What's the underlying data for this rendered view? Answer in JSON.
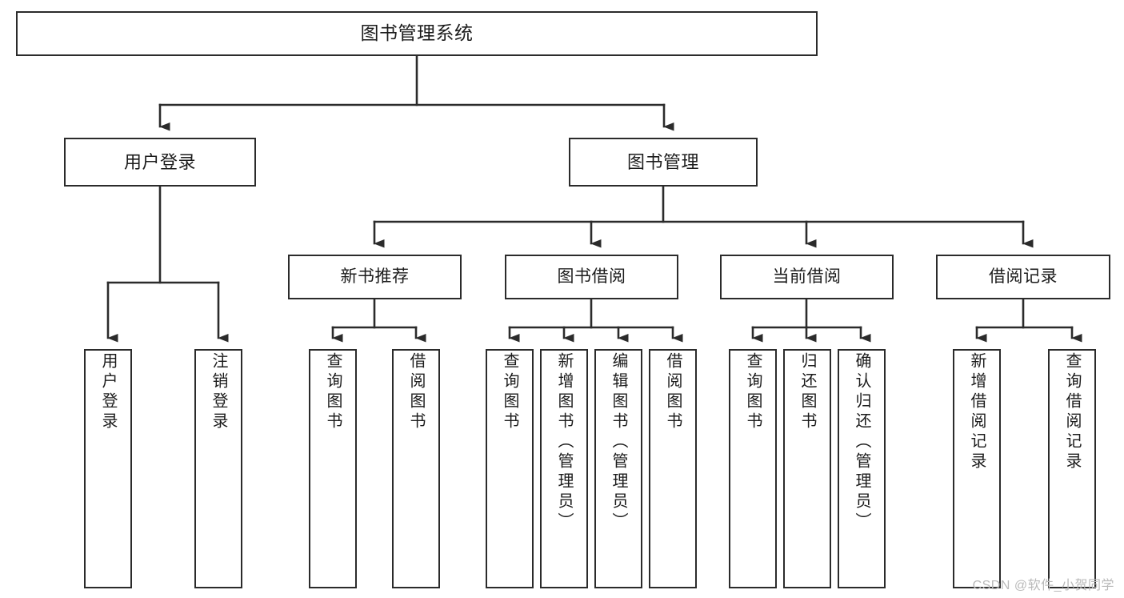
{
  "diagram": {
    "title": "图书管理系统",
    "type": "tree-hierarchy",
    "watermark": "CSDN @软件_小贺同学",
    "colors": {
      "stroke": "#2b2b2b",
      "fill": "#ffffff",
      "text": "#1c1c1c",
      "watermark": "#b9b9b9"
    },
    "nodes": {
      "root": {
        "label": "图书管理系统"
      },
      "level2": [
        {
          "id": "user-login",
          "label": "用户登录"
        },
        {
          "id": "book-manage",
          "label": "图书管理"
        }
      ],
      "level3": [
        {
          "id": "new-book-rec",
          "label": "新书推荐"
        },
        {
          "id": "book-borrow",
          "label": "图书借阅"
        },
        {
          "id": "current-borrow",
          "label": "当前借阅"
        },
        {
          "id": "borrow-record",
          "label": "借阅记录"
        }
      ],
      "leaves": [
        {
          "id": "leaf-user-login",
          "label": "用户登录",
          "parent": "user-login"
        },
        {
          "id": "leaf-user-logout",
          "label": "注销登录",
          "parent": "user-login"
        },
        {
          "id": "leaf-query-book-1",
          "label": "查询图书",
          "parent": "new-book-rec"
        },
        {
          "id": "leaf-borrow-book-1",
          "label": "借阅图书",
          "parent": "new-book-rec"
        },
        {
          "id": "leaf-query-book-2",
          "label": "查询图书",
          "parent": "book-borrow"
        },
        {
          "id": "leaf-add-book",
          "label": "新增图书（管理员）",
          "parent": "book-borrow"
        },
        {
          "id": "leaf-edit-book",
          "label": "编辑图书（管理员）",
          "parent": "book-borrow"
        },
        {
          "id": "leaf-borrow-book-2",
          "label": "借阅图书",
          "parent": "book-borrow"
        },
        {
          "id": "leaf-query-book-3",
          "label": "查询图书",
          "parent": "current-borrow"
        },
        {
          "id": "leaf-return-book",
          "label": "归还图书",
          "parent": "current-borrow"
        },
        {
          "id": "leaf-confirm-return",
          "label": "确认归还（管理员）",
          "parent": "current-borrow"
        },
        {
          "id": "leaf-add-record",
          "label": "新增借阅记录",
          "parent": "borrow-record"
        },
        {
          "id": "leaf-query-record",
          "label": "查询借阅记录",
          "parent": "borrow-record"
        }
      ]
    }
  }
}
